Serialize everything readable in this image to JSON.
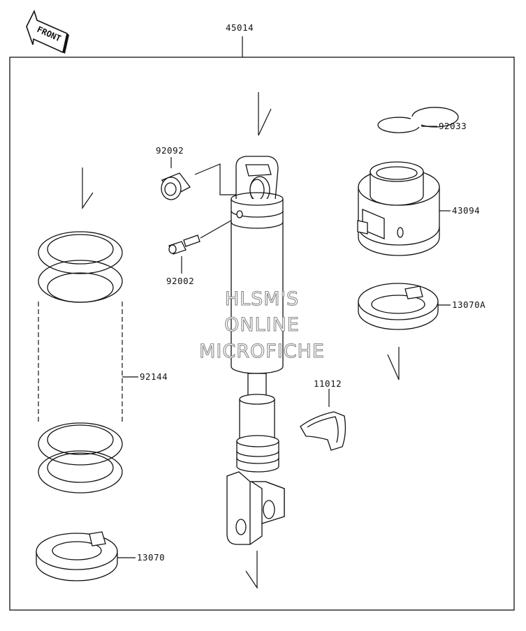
{
  "orientation": {
    "front_label": "FRONT"
  },
  "assembly": {
    "number": "45014"
  },
  "parts": {
    "p92033": "92033",
    "p43094": "43094",
    "p13070A": "13070A",
    "p92092": "92092",
    "p92002": "92002",
    "p92144": "92144",
    "p11012": "11012",
    "p13070": "13070"
  },
  "watermark": {
    "line1": "HLSM'S",
    "line2": "ONLINE",
    "line3": "MICROFICHE"
  },
  "colors": {
    "line": "#111111",
    "fill": "#ffffff",
    "watermark_outline": "#8a8a8a"
  }
}
